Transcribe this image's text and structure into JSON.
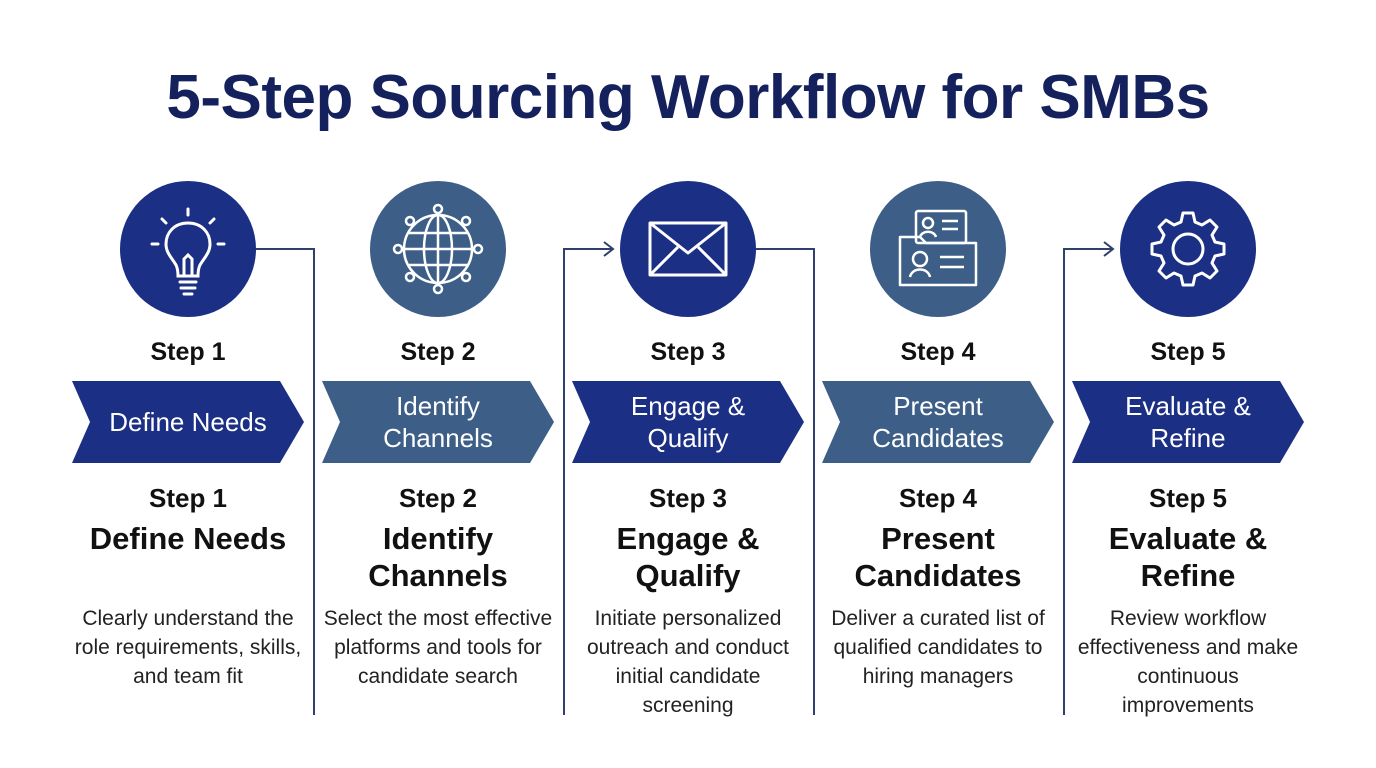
{
  "title": "5-Step Sourcing Workflow for SMBs",
  "colors": {
    "dark_navy": "#14215c",
    "step_navy": "#1b2f85",
    "step_slate": "#3d5f87",
    "line": "#2f3f6e"
  },
  "steps": [
    {
      "label": "Step 1",
      "chevron_text": "Define Needs",
      "heading": "Define Needs",
      "description": "Clearly understand the role requirements, skills, and team fit",
      "icon": "lightbulb-icon"
    },
    {
      "label": "Step 2",
      "chevron_text": "Identify Channels",
      "heading": "Identify Channels",
      "description": "Select the most effective platforms and tools for candidate search",
      "icon": "globe-network-icon"
    },
    {
      "label": "Step 3",
      "chevron_text": "Engage & Qualify",
      "heading": "Engage & Qualify",
      "description": "Initiate personalized outreach and conduct initial candidate screening",
      "icon": "envelope-icon"
    },
    {
      "label": "Step 4",
      "chevron_text": "Present Candidates",
      "heading": "Present Candidates",
      "description": "Deliver a curated list of qualified candidates to hiring managers",
      "icon": "candidate-profiles-icon"
    },
    {
      "label": "Step 5",
      "chevron_text": "Evaluate & Refine",
      "heading": "Evaluate & Refine",
      "description": "Review workflow effectiveness and make continuous improvements",
      "icon": "gear-icon"
    }
  ]
}
